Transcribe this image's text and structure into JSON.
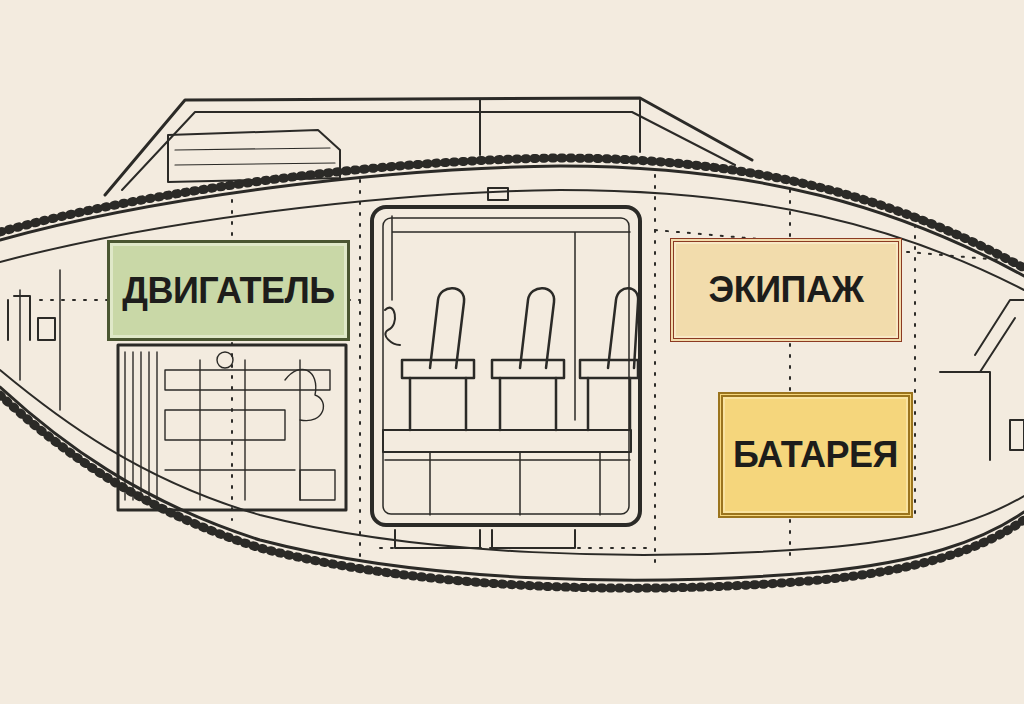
{
  "diagram": {
    "nodes": [
      {
        "text": [
          "ДВИГАТЕЛЬ"
        ]
      },
      {
        "text": [
          "ЭКИПАЖ"
        ]
      },
      {
        "text": [
          "БАТАРЕЯ"
        ]
      }
    ]
  }
}
